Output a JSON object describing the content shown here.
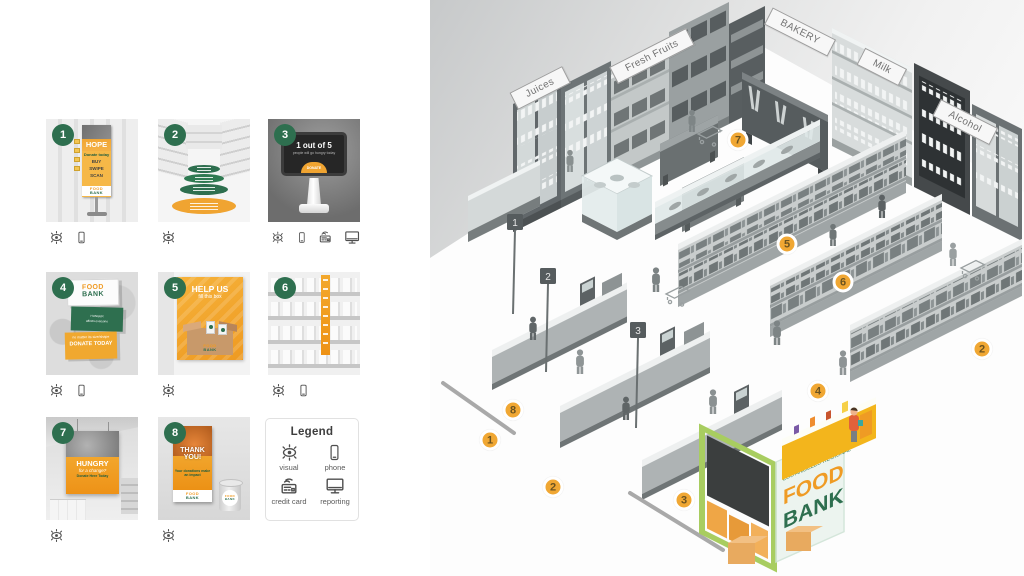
{
  "palette": {
    "green": "#2e6f4f",
    "orange": "#f0a733",
    "orange_deep": "#ee9a22",
    "yellow_counter": "#f3b51c"
  },
  "cards": [
    {
      "number": "1",
      "kind": "banner-stand",
      "channels": [
        "visual",
        "phone"
      ],
      "content": {
        "headline": "HOPE",
        "cta": "Donate today",
        "options": [
          "BUY",
          "SWIPE",
          "SCAN"
        ],
        "logo_food": "FOOD",
        "logo_bank": "BANK"
      }
    },
    {
      "number": "2",
      "kind": "floor-decals",
      "channels": [
        "visual"
      ]
    },
    {
      "number": "3",
      "kind": "donation-kiosk",
      "channels": [
        "visual",
        "phone",
        "credit-card",
        "reporting"
      ],
      "content": {
        "headline": "1 out of 5",
        "subline": "people will go hungry today",
        "button": "DONATE"
      }
    },
    {
      "number": "4",
      "kind": "stacked-box-display",
      "channels": [
        "visual",
        "phone"
      ],
      "content": {
        "logo_food": "FOOD",
        "logo_bank": "BANK",
        "middle": "HUNGER",
        "middle_sub": "affects everyone",
        "bottom_sub": "no matter its size/shape",
        "bottom": "DONATE TODAY"
      }
    },
    {
      "number": "5",
      "kind": "donation-box-poster",
      "channels": [
        "visual"
      ],
      "content": {
        "line1": "HELP US",
        "line2": "fill this box",
        "logo_food": "FOOD",
        "logo_bank": "BANK"
      }
    },
    {
      "number": "6",
      "kind": "shelf-aisle-blade",
      "channels": [
        "visual",
        "phone"
      ]
    },
    {
      "number": "7",
      "kind": "hanging-banner",
      "channels": [
        "visual"
      ],
      "content": {
        "line1": "HUNGRY",
        "line2": "for a change?",
        "line3": "Donate Here Today"
      }
    },
    {
      "number": "8",
      "kind": "rollup-banner",
      "channels": [
        "visual"
      ],
      "content": {
        "line1": "THANK YOU!",
        "line2": "Your donations make an impact",
        "logo_food": "FOOD",
        "logo_bank": "BANK"
      }
    }
  ],
  "legend": {
    "title": "Legend",
    "items": [
      {
        "icon": "eye",
        "label": "visual"
      },
      {
        "icon": "phone",
        "label": "phone"
      },
      {
        "icon": "credit-card",
        "label": "credit card"
      },
      {
        "icon": "monitor",
        "label": "reporting"
      }
    ]
  },
  "store": {
    "section_labels": [
      {
        "text": "Juices"
      },
      {
        "text": "Fresh Fruits"
      },
      {
        "text": "BAKERY"
      },
      {
        "text": "Milk"
      },
      {
        "text": "Alcohol"
      }
    ],
    "markers": [
      {
        "n": "1"
      },
      {
        "n": "2"
      },
      {
        "n": "3"
      },
      {
        "n": "4"
      },
      {
        "n": "5"
      },
      {
        "n": "6"
      },
      {
        "n": "7"
      },
      {
        "n": "8"
      },
      {
        "n": "2"
      }
    ],
    "lane_signs": [
      "1",
      "2",
      "3"
    ],
    "station": {
      "org_line": "LOS ANGELES REGIONAL",
      "brand_food": "FOOD",
      "brand_bank": "BANK"
    }
  }
}
